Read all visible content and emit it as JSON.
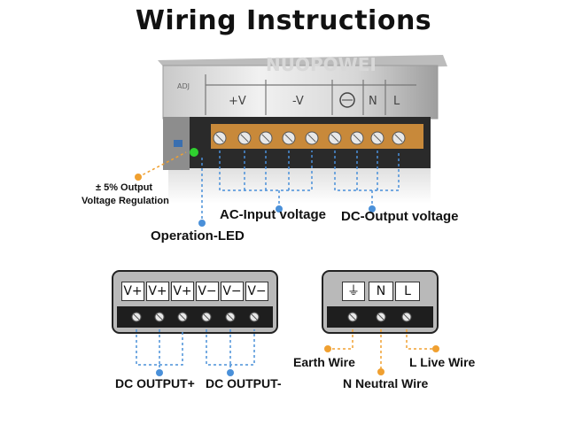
{
  "title": "Wiring Instructions",
  "label_brand": "NUOPOWEI",
  "photo_terminals": [
    "+V",
    "-V",
    "N",
    "L"
  ],
  "photo_brand_symbol": "ADJ",
  "labels": {
    "regulation_line1": "± 5%  Output",
    "regulation_line2": "Voltage Regulation",
    "ac_input": "AC-Input voltage",
    "dc_output": "DC-Output voltage",
    "operation_led": "Operation-LED",
    "dc_plus": "DC OUTPUT+",
    "dc_minus": "DC OUTPUT-",
    "earth": "Earth Wire",
    "neutral": "N Neutral Wire",
    "live": "L Live Wire"
  },
  "dc_panel": [
    "V+",
    "V+",
    "V+",
    "V−",
    "V−",
    "V−"
  ],
  "ac_panel": [
    "⏚",
    "N",
    "L"
  ],
  "colors": {
    "accent_blue": "#4a90d9",
    "accent_orange": "#f0a030",
    "panel_gray": "#b9b9b9",
    "led_green": "#2fd12f"
  }
}
